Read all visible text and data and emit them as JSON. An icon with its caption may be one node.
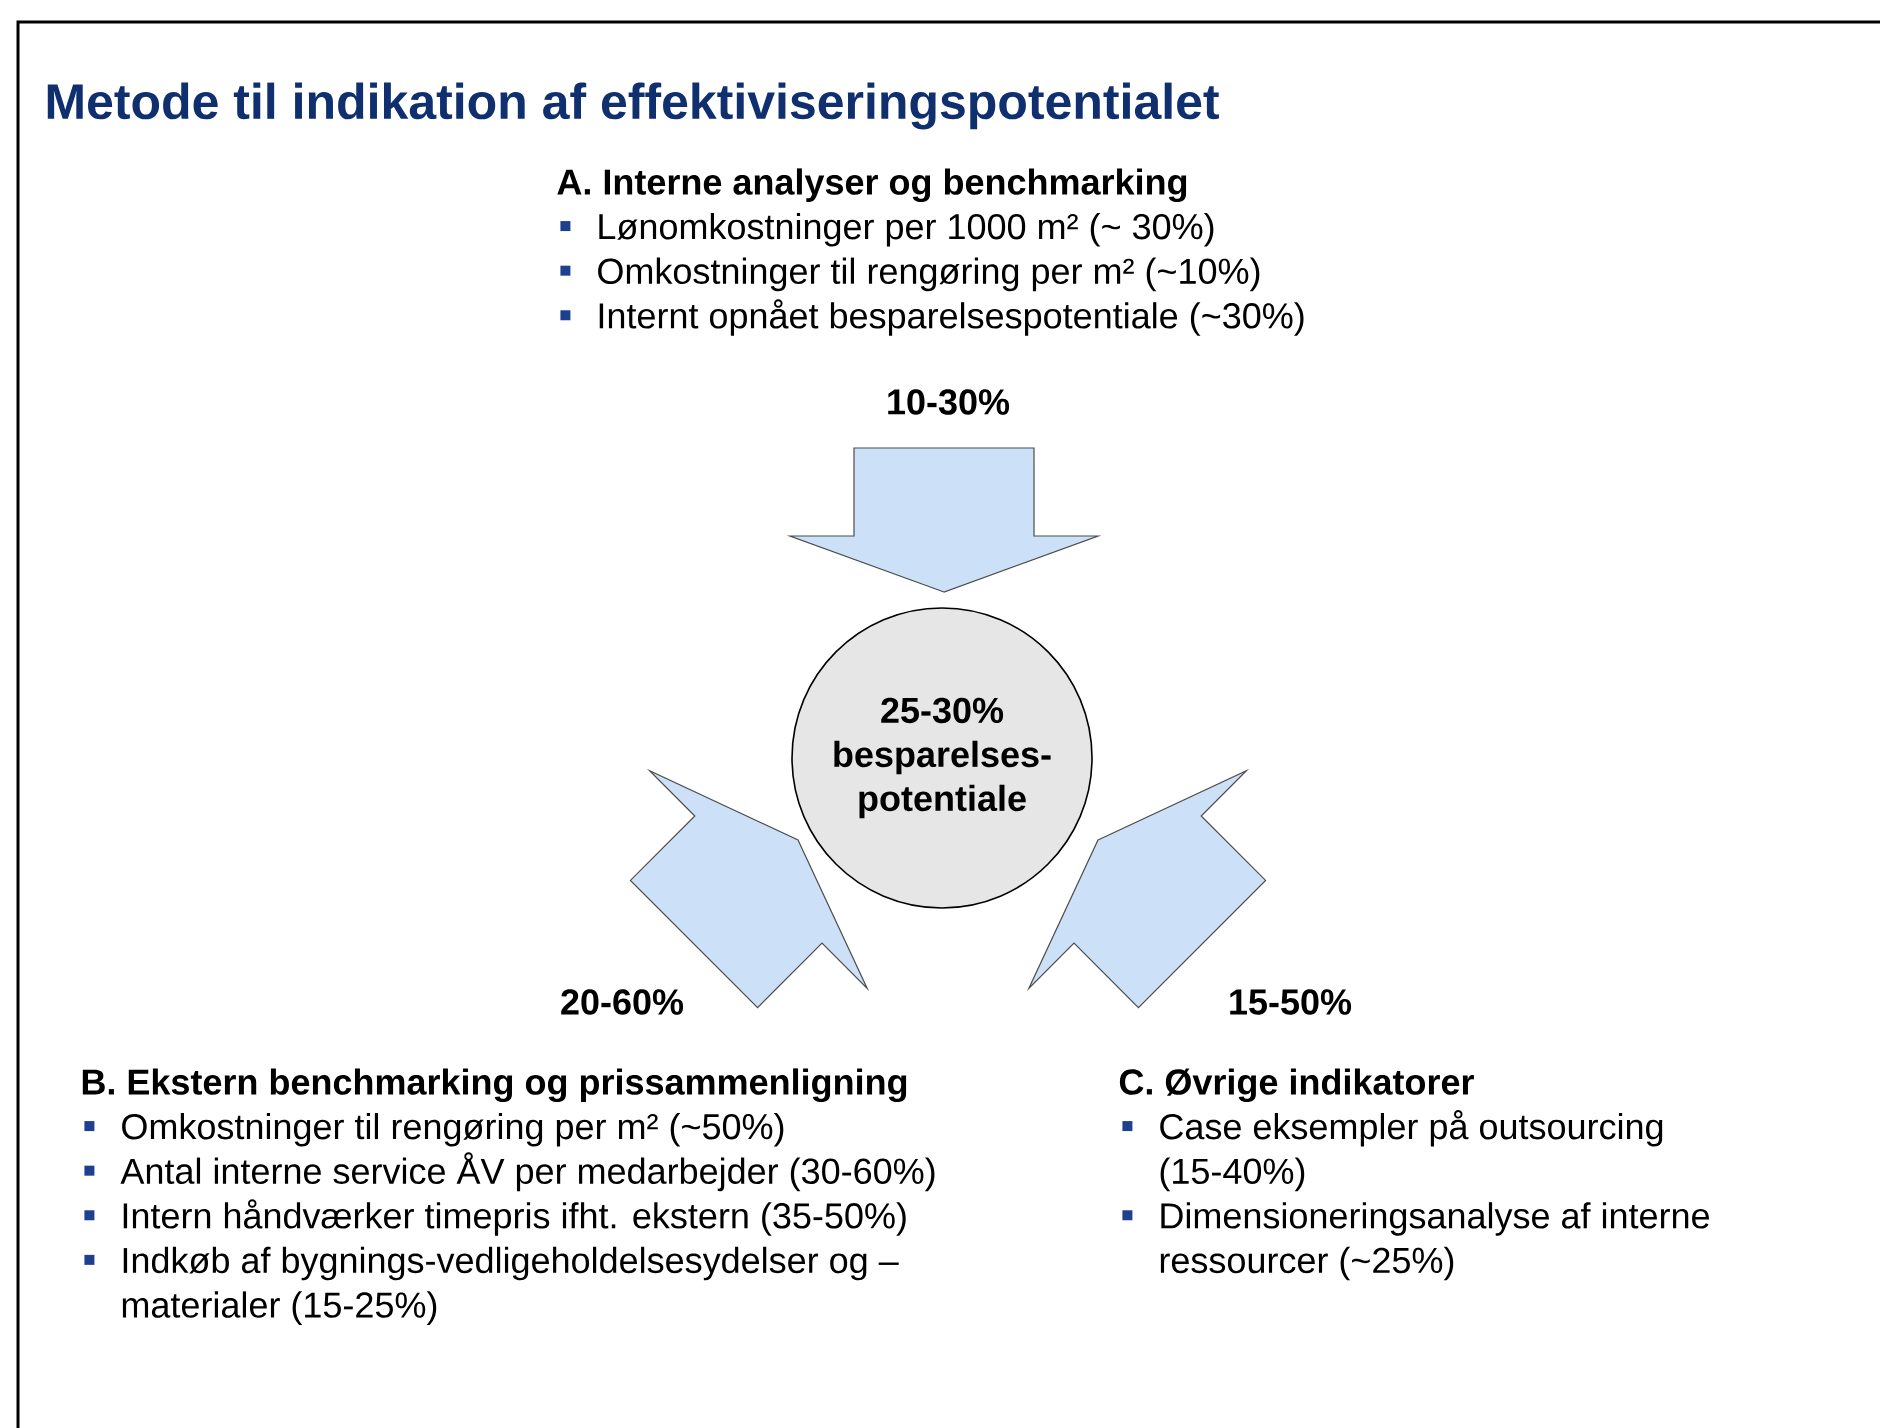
{
  "diagram": {
    "title": "Metode til indikation af effektiviseringspotentialet",
    "nodes": [
      {
        "text": [
          "A. Interne analyser og benchmarking",
          "Lønomkostninger per 1000 m² (~ 30%)",
          "Omkostninger til rengøring per m² (~10%)",
          "Internt opnået besparelsespotentiale (~30%)"
        ]
      },
      {
        "text": [
          "25-30% besparelses- potentiale"
        ]
      },
      {
        "text": [
          "B. Ekstern benchmarking og prissammenligning",
          "Omkostninger til rengøring per m² (~50%)",
          "Antal interne service ÅV per medarbejder (30-60%)",
          "Intern håndværker timepris ifht. ekstern (35-50%)",
          "Indkøb af bygnings-vedligeholdelsesydelser og – materialer (15-25%)"
        ]
      },
      {
        "text": [
          "C. Øvrige indikatorer",
          "Case eksempler på outsourcing (15-40%)",
          "Dimensioneringsanalyse af interne ressourcer (~25%)"
        ]
      }
    ],
    "edges": [
      {
        "from": 0,
        "to": 1,
        "arrow": "to",
        "label": "10-30%"
      },
      {
        "from": 2,
        "to": 1,
        "arrow": "to",
        "label": "20-60%"
      },
      {
        "from": 3,
        "to": 1,
        "arrow": "to",
        "label": "15-50%"
      }
    ]
  }
}
